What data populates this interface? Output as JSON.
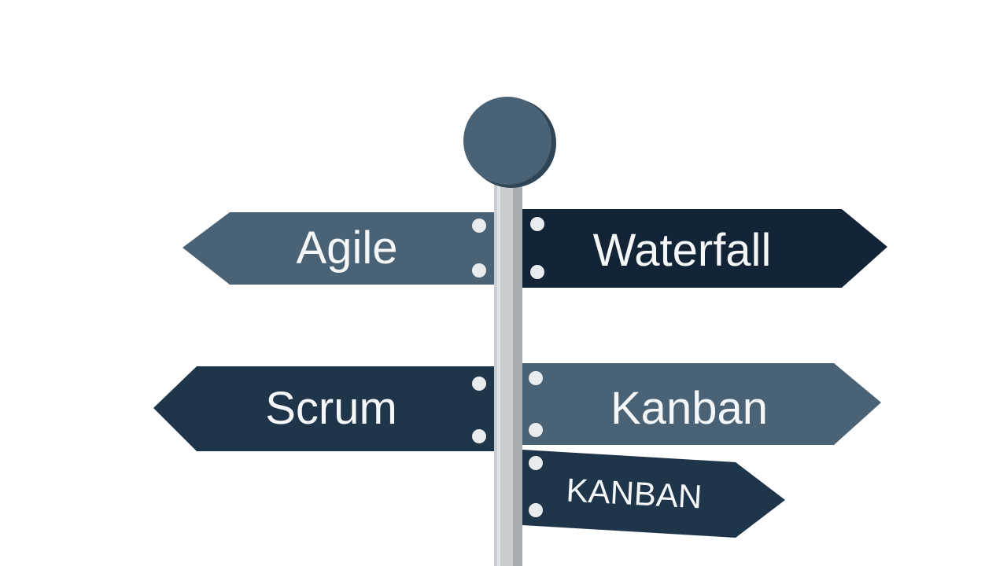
{
  "colors": {
    "background": "#ffffff",
    "sign_slate": "#4a6275",
    "sign_navy": "#132437",
    "sign_mid_navy": "#1f354a",
    "pole_light": "#c9ccd0",
    "pole_shadow": "#a9adb2",
    "cap": "#4a6275",
    "cap_shadow": "#2f4556",
    "rivet": "#e9ecef",
    "text": "#f4f6f8"
  },
  "signpost": {
    "cap": {
      "icon": "round-cap-icon"
    },
    "pole": {
      "icon": "pole-icon"
    },
    "signs": [
      {
        "label": "Agile",
        "direction": "left",
        "color": "#4a6275"
      },
      {
        "label": "Waterfall",
        "direction": "right",
        "color": "#132437"
      },
      {
        "label": "Scrum",
        "direction": "left",
        "color": "#1f354a"
      },
      {
        "label": "Kanban",
        "direction": "right",
        "color": "#4a6275"
      },
      {
        "label": "KANBAN",
        "direction": "right",
        "color": "#1f354a"
      }
    ]
  }
}
